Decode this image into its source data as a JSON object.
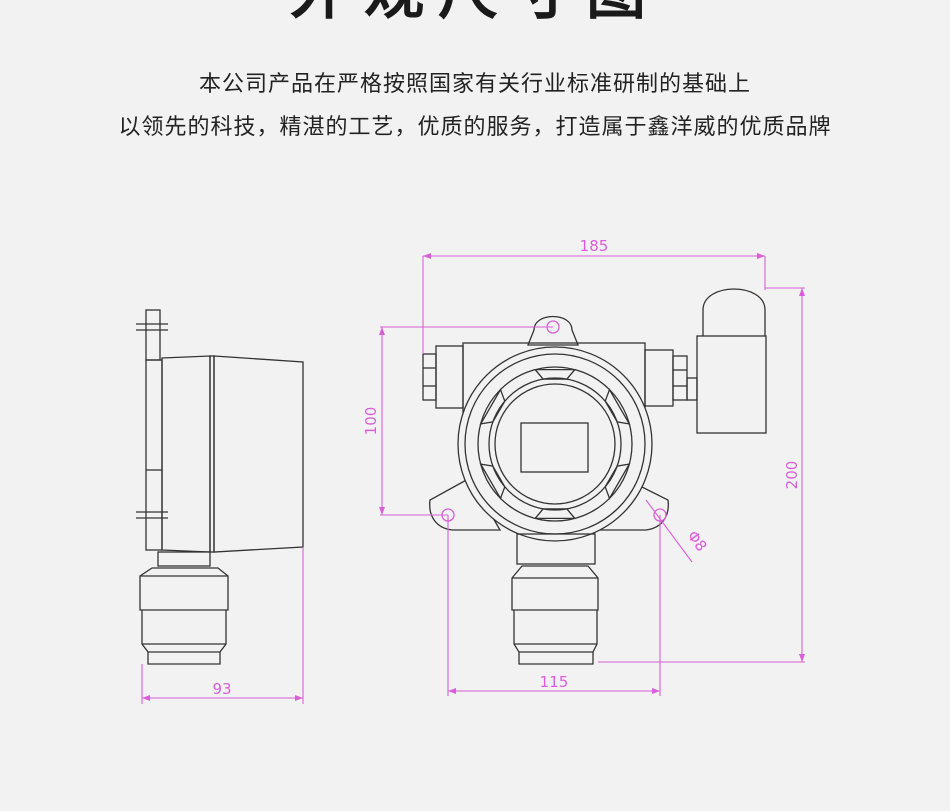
{
  "title": "外观尺寸图",
  "intro": {
    "line1": "本公司产品在严格按照国家有关行业标准研制的基础上",
    "line2": "以领先的科技，精湛的工艺，优质的服务，打造属于鑫洋威的优质品牌"
  },
  "dimensions": {
    "width_top": "185",
    "height_upper": "100",
    "height_total": "200",
    "side_depth": "93",
    "mount_spacing": "115",
    "hole_diameter": "Φ8"
  },
  "colors": {
    "background": "#f2f2f2",
    "outline": "#333333",
    "dimension": "#d85fd8"
  }
}
